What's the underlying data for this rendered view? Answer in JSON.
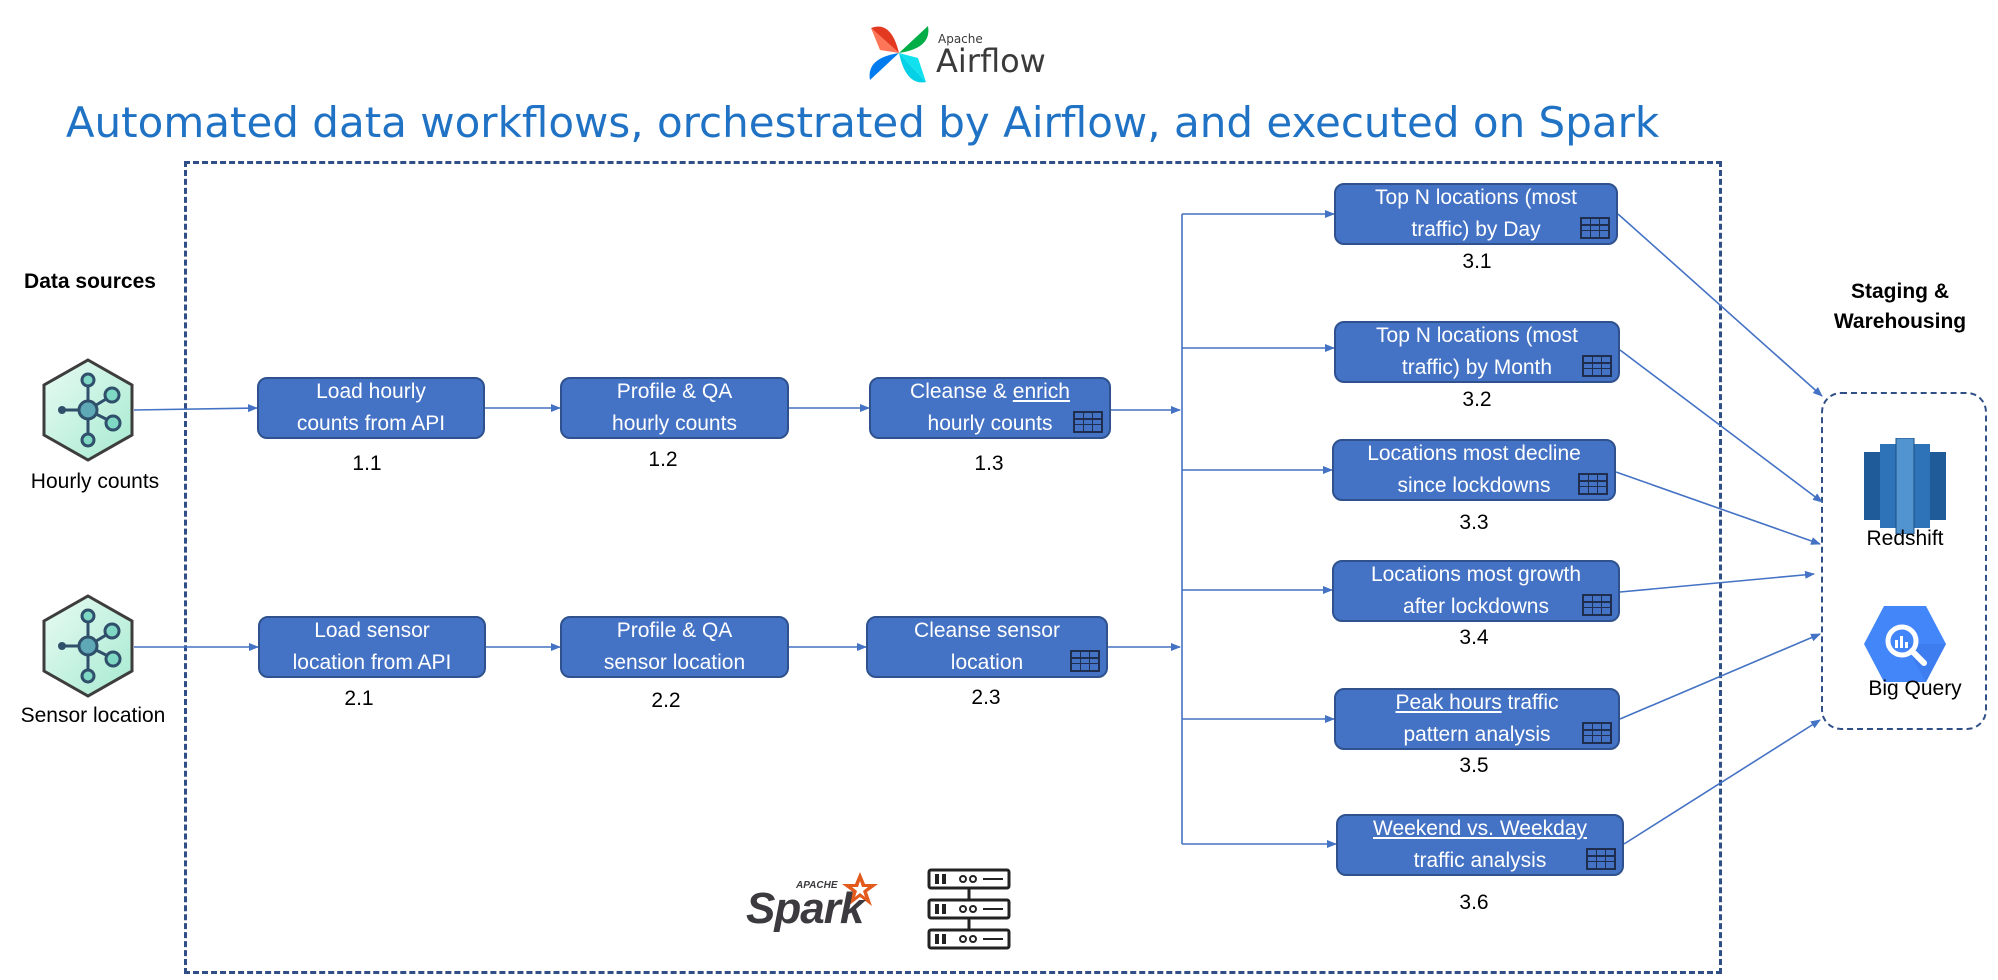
{
  "logo": {
    "small": "Apache",
    "big": "Airflow"
  },
  "title": "Automated data workflows, orchestrated by Airflow, and executed on Spark",
  "data_sources": {
    "header": "Data sources",
    "hourly": "Hourly counts",
    "sensor": "Sensor location"
  },
  "staging": {
    "header_line1": "Staging &",
    "header_line2": "Warehousing",
    "redshift": "Redshift",
    "bigquery": "Big Query"
  },
  "tasks": {
    "t11": {
      "line1": "Load hourly",
      "line2": "counts from API",
      "num": "1.1"
    },
    "t12": {
      "line1": "Profile & QA",
      "line2": "hourly counts",
      "num": "1.2"
    },
    "t13": {
      "line1_pre": "Cleanse & ",
      "line1_u": "enrich",
      "line2": "hourly counts",
      "num": "1.3"
    },
    "t21": {
      "line1": "Load sensor",
      "line2": "location from API",
      "num": "2.1"
    },
    "t22": {
      "line1": "Profile & QA",
      "line2": "sensor location",
      "num": "2.2"
    },
    "t23": {
      "line1": "Cleanse sensor",
      "line2": "location",
      "num": "2.3"
    },
    "t31": {
      "line1": "Top N locations (most",
      "line2": "traffic) by Day",
      "num": "3.1"
    },
    "t32": {
      "line1": "Top N locations (most",
      "line2": "traffic) by Month",
      "num": "3.2"
    },
    "t33": {
      "line1": "Locations most decline",
      "line2": "since lockdowns",
      "num": "3.3"
    },
    "t34": {
      "line1": "Locations most growth",
      "line2": "after lockdowns",
      "num": "3.4"
    },
    "t35": {
      "line1_u": "Peak hours",
      "line1_post": " traffic",
      "line2": "pattern analysis",
      "num": "3.5"
    },
    "t36": {
      "line1_u": "Weekend vs. Weekday",
      "line2": "traffic analysis",
      "num": "3.6"
    }
  },
  "spark": {
    "small": "APACHE",
    "big": "Spark"
  },
  "icons": {
    "airflow": "airflow-pinwheel-icon",
    "hub": "data-hub-icon",
    "table": "table-icon",
    "redshift": "redshift-icon",
    "bigquery": "bigquery-icon",
    "servers": "server-cluster-icon"
  },
  "colors": {
    "box": "#4472c4",
    "title": "#1f72c4",
    "line": "#4472c4",
    "frame": "#2f4f86"
  }
}
